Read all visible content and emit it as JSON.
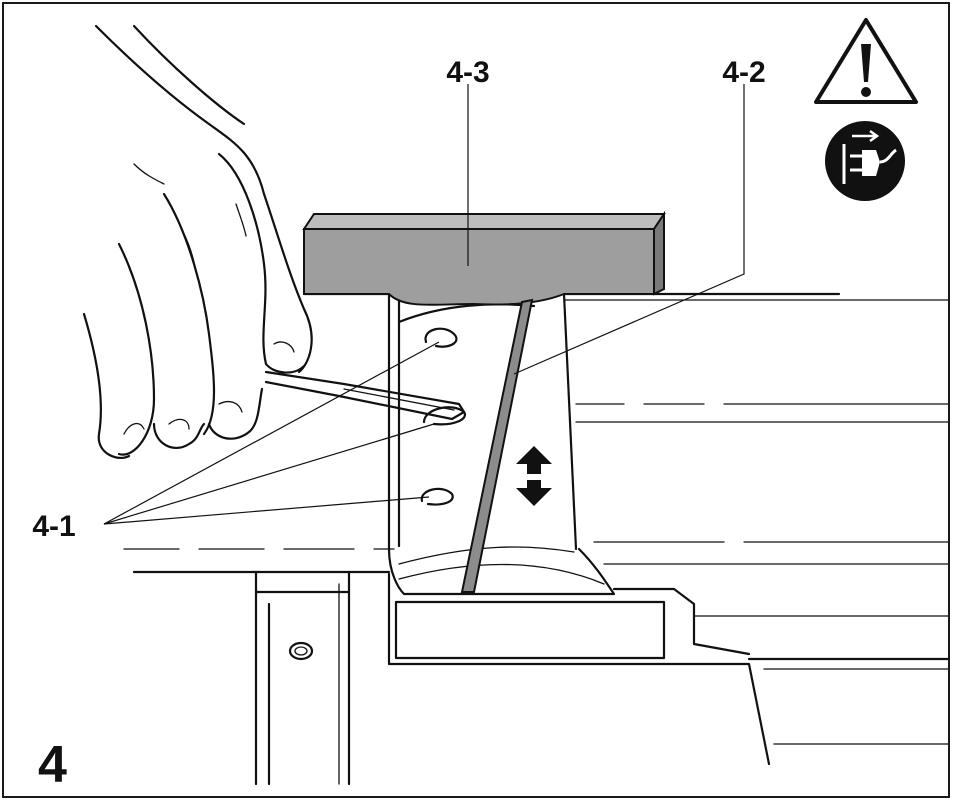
{
  "figure": {
    "number": "4",
    "callouts": {
      "part_4_1": "4-1",
      "part_4_2": "4-2",
      "part_4_3": "4-3"
    },
    "icons": {
      "warning": "warning-triangle-icon",
      "unplug": "unplug-power-icon"
    },
    "colors": {
      "line": "#111111",
      "gauge_fill": "#9e9e9e",
      "blade_fill": "#8c8c8c",
      "background": "#ffffff"
    }
  }
}
